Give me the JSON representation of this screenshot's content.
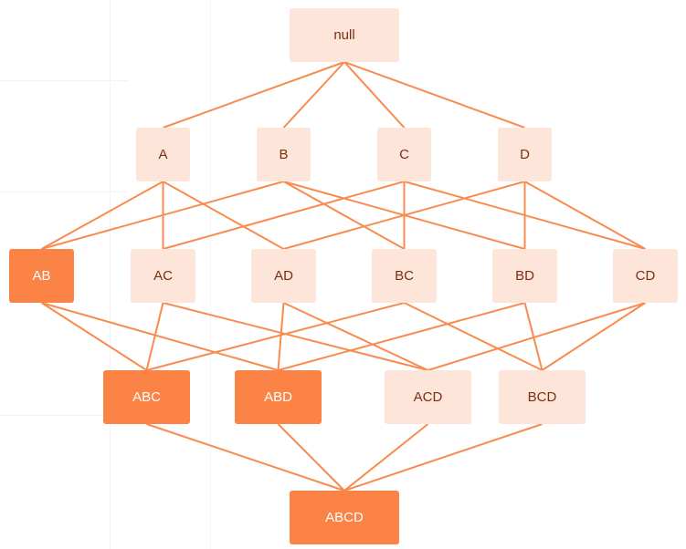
{
  "colors": {
    "edge": "#f98b4f",
    "node_light_fill": "#fde5da",
    "node_light_text": "#7a2f12",
    "node_dark_fill": "#fa8345",
    "node_dark_text": "#ffffff"
  },
  "nodes": {
    "null": {
      "label": "null",
      "highlighted": false
    },
    "A": {
      "label": "A",
      "highlighted": false
    },
    "B": {
      "label": "B",
      "highlighted": false
    },
    "C": {
      "label": "C",
      "highlighted": false
    },
    "D": {
      "label": "D",
      "highlighted": false
    },
    "AB": {
      "label": "AB",
      "highlighted": true
    },
    "AC": {
      "label": "AC",
      "highlighted": false
    },
    "AD": {
      "label": "AD",
      "highlighted": false
    },
    "BC": {
      "label": "BC",
      "highlighted": false
    },
    "BD": {
      "label": "BD",
      "highlighted": false
    },
    "CD": {
      "label": "CD",
      "highlighted": false
    },
    "ABC": {
      "label": "ABC",
      "highlighted": true
    },
    "ABD": {
      "label": "ABD",
      "highlighted": true
    },
    "ACD": {
      "label": "ACD",
      "highlighted": false
    },
    "BCD": {
      "label": "BCD",
      "highlighted": false
    },
    "ABCD": {
      "label": "ABCD",
      "highlighted": true
    }
  },
  "edges": [
    [
      "null",
      "A"
    ],
    [
      "null",
      "B"
    ],
    [
      "null",
      "C"
    ],
    [
      "null",
      "D"
    ],
    [
      "A",
      "AB"
    ],
    [
      "A",
      "AC"
    ],
    [
      "A",
      "AD"
    ],
    [
      "B",
      "AB"
    ],
    [
      "B",
      "BC"
    ],
    [
      "B",
      "BD"
    ],
    [
      "C",
      "AC"
    ],
    [
      "C",
      "BC"
    ],
    [
      "C",
      "CD"
    ],
    [
      "D",
      "AD"
    ],
    [
      "D",
      "BD"
    ],
    [
      "D",
      "CD"
    ],
    [
      "AB",
      "ABC"
    ],
    [
      "AB",
      "ABD"
    ],
    [
      "AC",
      "ABC"
    ],
    [
      "AC",
      "ACD"
    ],
    [
      "AD",
      "ABD"
    ],
    [
      "AD",
      "ACD"
    ],
    [
      "BC",
      "ABC"
    ],
    [
      "BC",
      "BCD"
    ],
    [
      "BD",
      "ABD"
    ],
    [
      "BD",
      "BCD"
    ],
    [
      "CD",
      "ACD"
    ],
    [
      "CD",
      "BCD"
    ],
    [
      "ABC",
      "ABCD"
    ],
    [
      "ABD",
      "ABCD"
    ],
    [
      "ACD",
      "ABCD"
    ],
    [
      "BCD",
      "ABCD"
    ]
  ]
}
